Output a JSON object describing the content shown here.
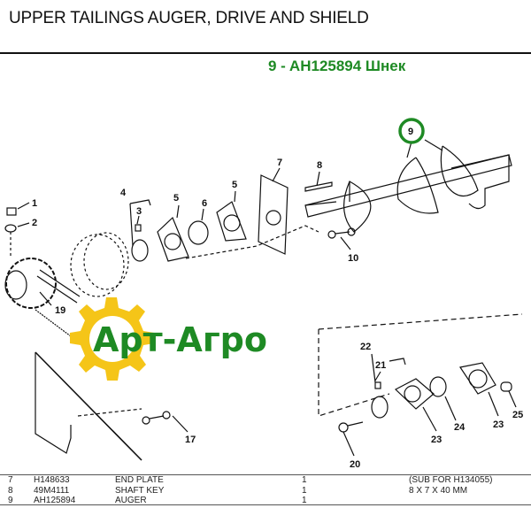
{
  "header": {
    "title": "UPPER TAILINGS AUGER, DRIVE AND SHIELD",
    "highlight": "9 - AH125894 Шнек",
    "highlight_color": "#1e8a24"
  },
  "diagram": {
    "highlighted_callout": "9",
    "highlight_ring_color": "#1e8a24",
    "callouts": [
      "1",
      "2",
      "3",
      "4",
      "5",
      "6",
      "5",
      "7",
      "8",
      "9",
      "10",
      "19",
      "22",
      "21",
      "23",
      "24",
      "23",
      "25",
      "17",
      "20"
    ]
  },
  "watermark": {
    "text": "Арт-Агро",
    "gear_color": "#f5c518",
    "text_color": "#1e8a24"
  },
  "parts_table": {
    "rows": [
      {
        "no": "7",
        "part_number": "H148633",
        "description": "END PLATE",
        "qty": "1",
        "remarks": "(SUB FOR H134055)"
      },
      {
        "no": "8",
        "part_number": "49M4111",
        "description": "SHAFT KEY",
        "qty": "1",
        "remarks": "8 X 7 X 40 MM"
      },
      {
        "no": "9",
        "part_number": "AH125894",
        "description": "AUGER",
        "qty": "1",
        "remarks": ""
      }
    ]
  }
}
